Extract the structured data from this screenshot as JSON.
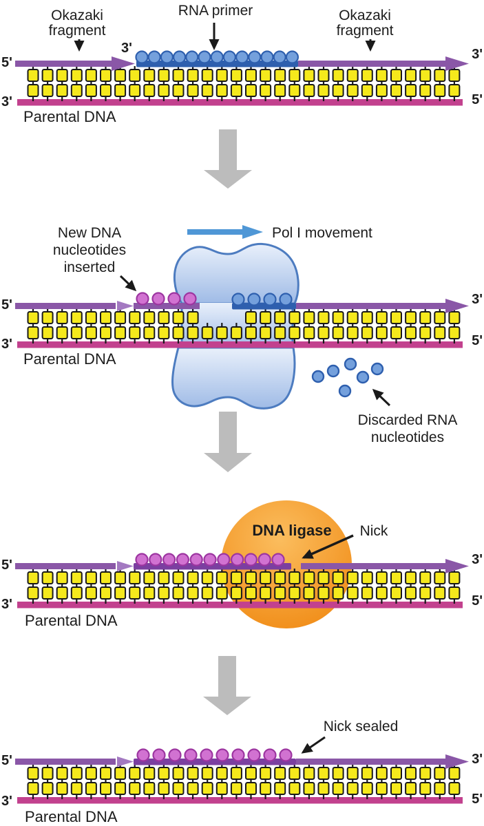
{
  "labels": {
    "okazaki_fragment_line1": "Okazaki",
    "okazaki_fragment_line2": "fragment",
    "rna_primer": "RNA primer",
    "three_prime": "3'",
    "five_prime": "5'",
    "parental_dna": "Parental DNA",
    "new_dna_line1": "New DNA",
    "new_dna_line2": "nucleotides",
    "new_dna_line3": "inserted",
    "pol_movement": "Pol I movement",
    "discarded_line1": "Discarded RNA",
    "discarded_line2": "nucleotides",
    "dna_ligase": "DNA ligase",
    "nick": "Nick",
    "nick_sealed": "Nick sealed"
  },
  "structure": {
    "base_pairs_per_panel": 30,
    "rna_primer_beads_panel1": 13,
    "new_dna_beads_panel2": 4,
    "remaining_rna_beads_panel2": 4,
    "unpaired_bases_panel2": 3,
    "new_dna_beads_panel3": 11,
    "new_dna_beads_panel4": 10,
    "discarded_rna_nucleotides": 6
  },
  "colors": {
    "leading_strand_purple": "#8a57a7",
    "junction_arrow_purple": "#a379c1",
    "template_strand_magenta": "#c2418e",
    "base_pair_yellow": "#f5e91c",
    "bond_black": "#191919",
    "rna_primer_blue": "#2e5fae",
    "rna_bead_fill": "#74a0dc",
    "new_dna_bead_fill": "#d172d1",
    "new_dna_bead_stroke": "#9c35a0",
    "new_dna_bar": "#7b3fa0",
    "enzyme_fill_light": "#e9f0fb",
    "enzyme_fill_dark": "#9fbbe6",
    "enzyme_stroke": "#4d7cc0",
    "ligase_orange_light": "#fbbd5e",
    "ligase_orange": "#f08a14",
    "ligase_text": "#7d2b1a",
    "pol_arrow_blue": "#4f97d6",
    "step_arrow_gray": "#bcbcbc",
    "text_black": "#1c1c1c"
  }
}
